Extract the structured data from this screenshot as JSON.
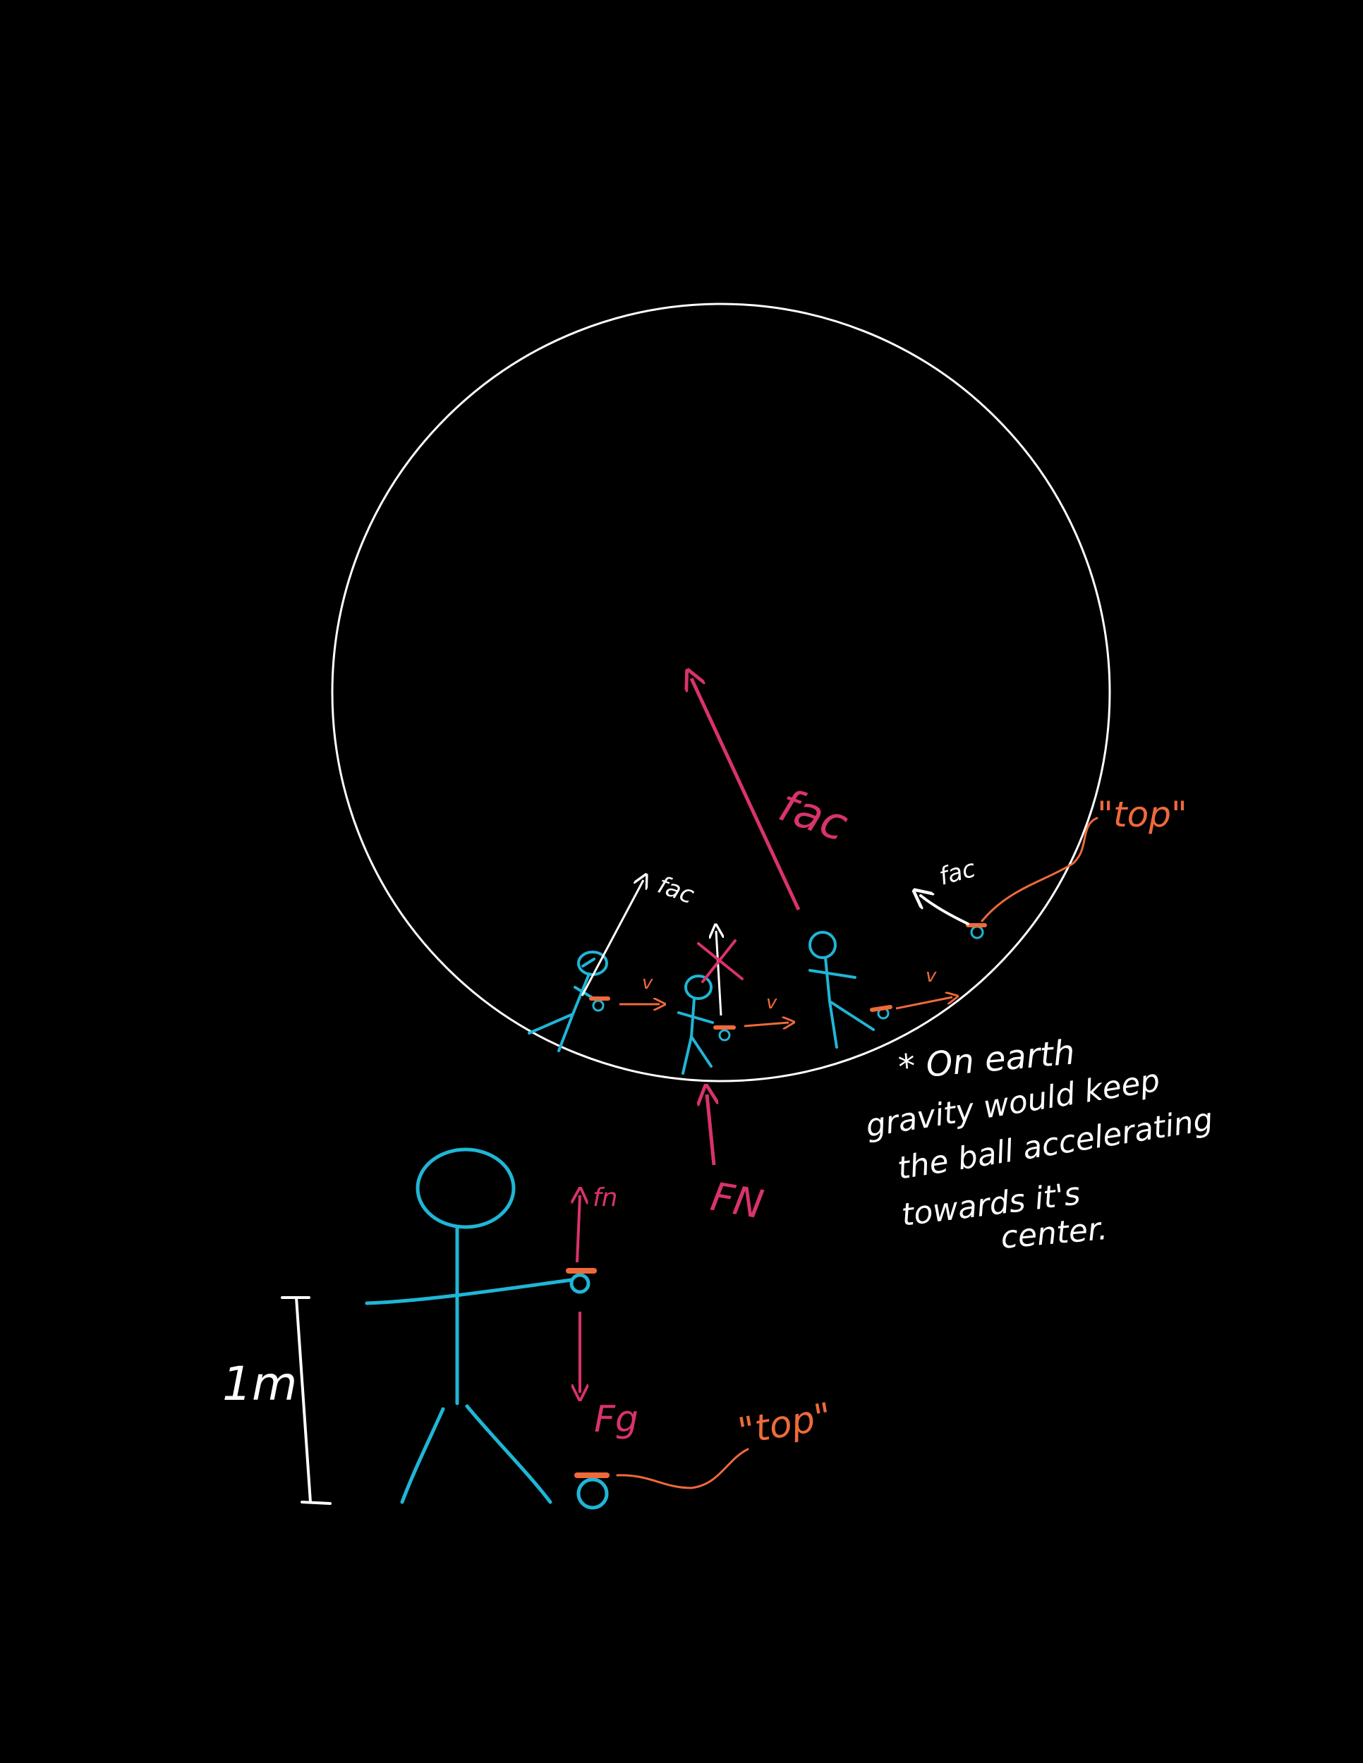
{
  "colors": {
    "background": "#000000",
    "white": "#ffffff",
    "magenta": "#d9336b",
    "orange": "#ef6a3a",
    "cyan": "#1fb6d6"
  },
  "labels": {
    "fac_big": "fac",
    "fac_left": "fac",
    "fac_right": "fac",
    "top_upper": "\"top\"",
    "top_lower": "\"top\"",
    "fn_circle": "FN",
    "fn_ball": "fn",
    "fg": "Fg",
    "one_m": "1m",
    "v1": "v",
    "v2": "v",
    "v3": "v"
  },
  "note": {
    "line1": "* On earth",
    "line2": "gravity would keep",
    "line3": "the ball accelerating",
    "line4": "towards it's",
    "line5": "center."
  }
}
